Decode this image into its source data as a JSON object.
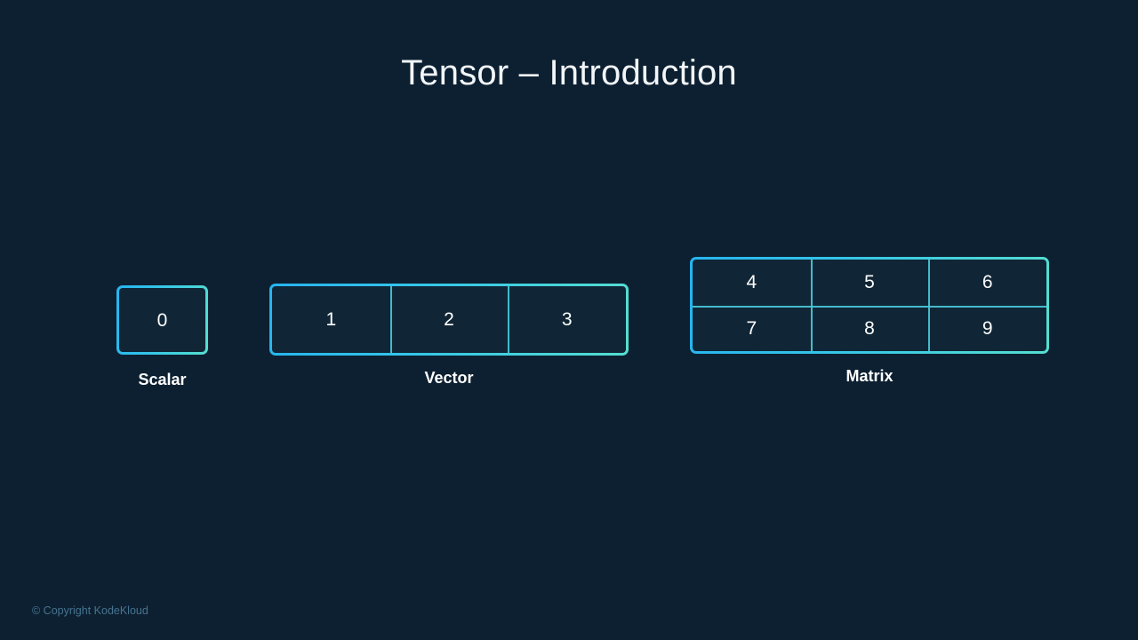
{
  "slide": {
    "title": "Tensor – Introduction",
    "background_color": "#0d2031",
    "accent_start_color": "#26b4ef",
    "accent_end_color": "#55ded0",
    "cell_fill_color": "#102636",
    "divider_color": "#49c8da",
    "text_color": "#ffffff"
  },
  "figures": [
    {
      "id": "scalar",
      "label": "Scalar",
      "rows": 1,
      "cols": 1,
      "values": [
        [
          "0"
        ]
      ]
    },
    {
      "id": "vector",
      "label": "Vector",
      "rows": 1,
      "cols": 3,
      "values": [
        [
          "1",
          "2",
          "3"
        ]
      ]
    },
    {
      "id": "matrix",
      "label": "Matrix",
      "rows": 2,
      "cols": 3,
      "values": [
        [
          "4",
          "5",
          "6"
        ],
        [
          "7",
          "8",
          "9"
        ]
      ]
    }
  ],
  "footer": {
    "copyright": "© Copyright KodeKloud"
  }
}
